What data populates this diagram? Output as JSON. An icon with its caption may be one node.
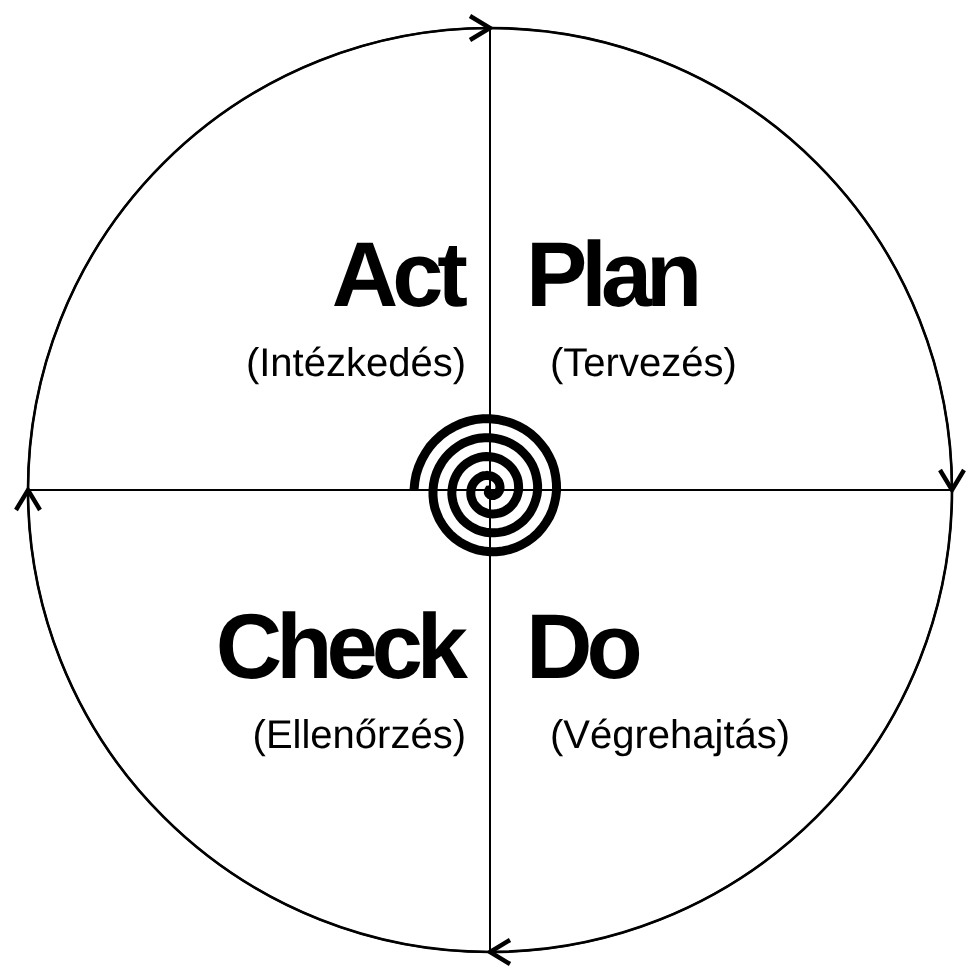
{
  "diagram": {
    "nodes": [
      {
        "text": [
          "Act",
          "(Intézkedés)"
        ]
      },
      {
        "text": [
          "Plan",
          "(Tervezés)"
        ]
      },
      {
        "text": [
          "Check",
          "(Ellenőrzés)"
        ]
      },
      {
        "text": [
          "Do",
          "(Végrehajtás)"
        ]
      }
    ],
    "edges": [
      {
        "from": 0,
        "to": 1,
        "arrow": "to"
      },
      {
        "from": 1,
        "to": 3,
        "arrow": "to"
      },
      {
        "from": 3,
        "to": 2,
        "arrow": "to"
      },
      {
        "from": 2,
        "to": 0,
        "arrow": "to"
      }
    ]
  }
}
